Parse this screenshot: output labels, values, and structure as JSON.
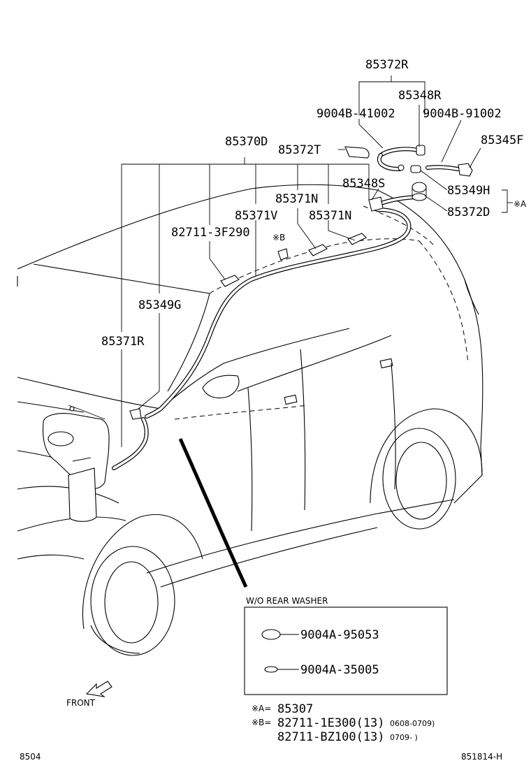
{
  "labels": {
    "p85372R": "85372R",
    "p85348R": "85348R",
    "p9004B41002": "9004B-41002",
    "p9004B91002": "9004B-91002",
    "p85370D": "85370D",
    "p85372T": "85372T",
    "p85345F": "85345F",
    "p85348S": "85348S",
    "p85349H": "85349H",
    "p85371N_a": "85371N",
    "p85371V": "85371V",
    "p85371N_b": "85371N",
    "p85372D": "85372D",
    "markA": "※A",
    "markB": "※B",
    "p82711_3F290": "82711-3F290",
    "p85349G": "85349G",
    "p85371R": "85371R"
  },
  "inset": {
    "title": "W/O  REAR WASHER",
    "items": [
      {
        "part": "9004A-95053"
      },
      {
        "part": "9004A-35005"
      }
    ]
  },
  "notes": {
    "a_mark": "※A=",
    "a_part": "85307",
    "b_mark": "※B=",
    "b_part1": "82711-1E300(13)",
    "b_range1": "0608-0709)",
    "b_part2": "82711-BZ100(13)",
    "b_range2": "0709-      )"
  },
  "front_label": "FRONT",
  "footer": {
    "left": "8504",
    "right": "851814-H"
  }
}
